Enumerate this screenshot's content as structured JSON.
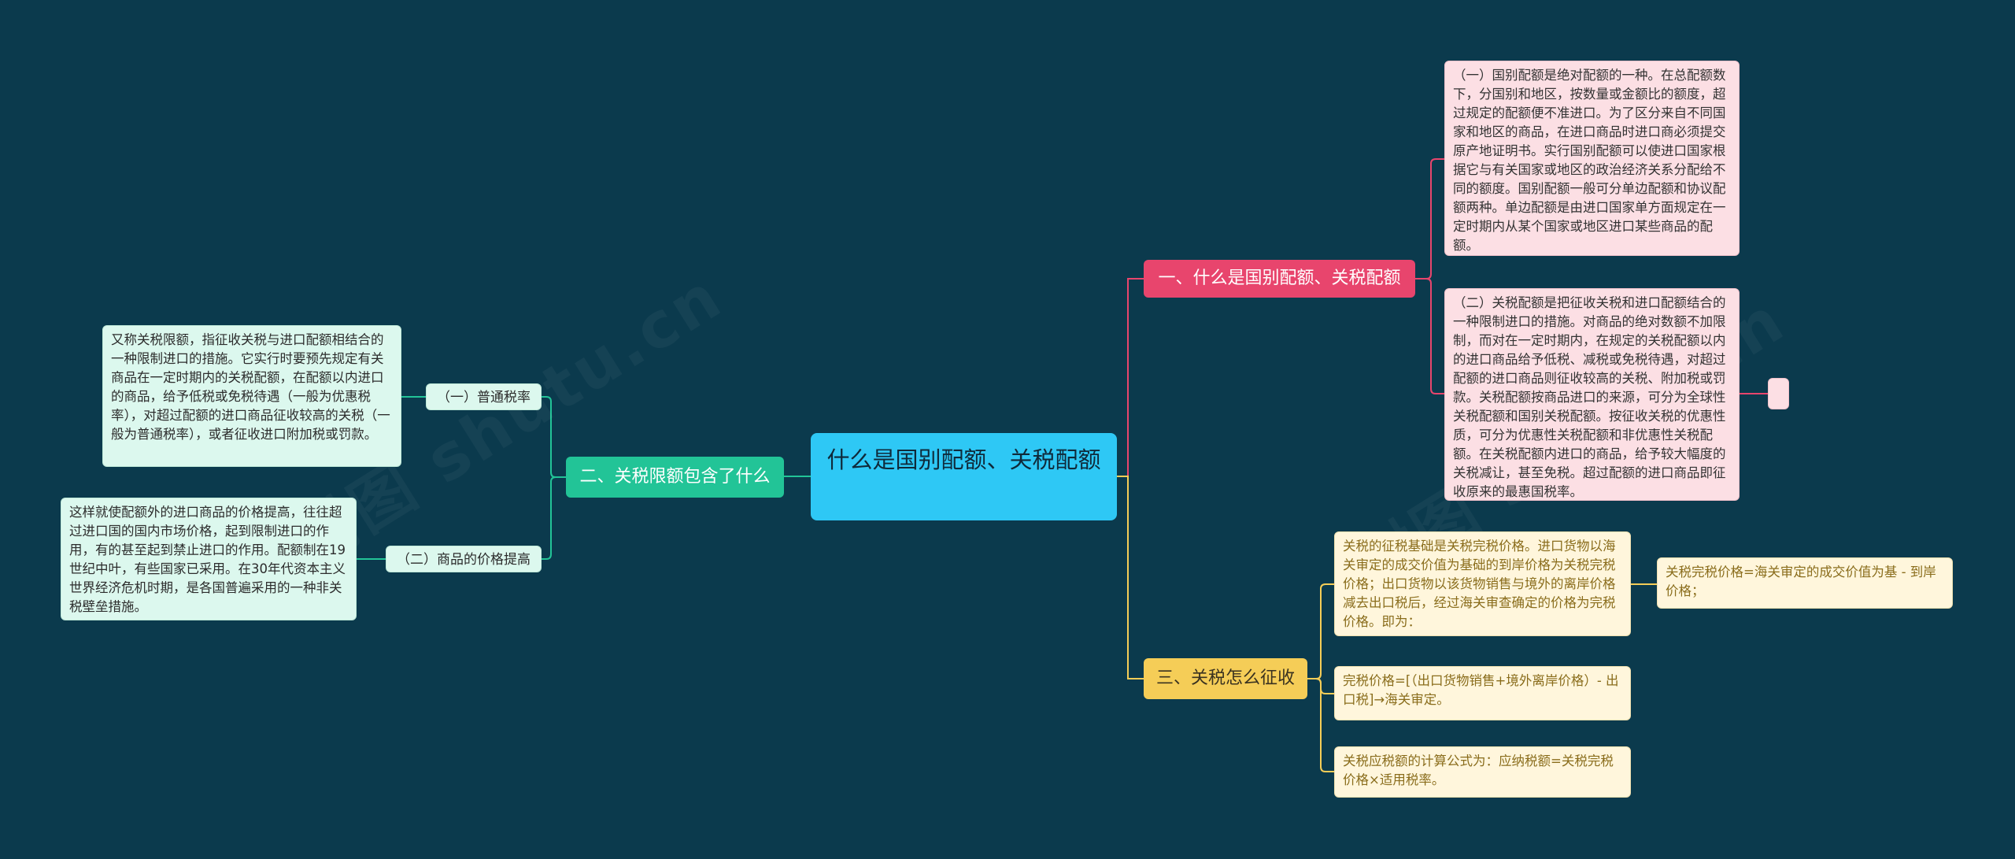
{
  "watermark": "树图 shutu.cn",
  "root": {
    "text": "什么是国别配额、关税配额"
  },
  "branch1": {
    "title": "一、什么是国别配额、关税配额",
    "leaf1": "（一）国别配额是绝对配额的一种。在总配额数下，分国别和地区，按数量或金额比的额度，超过规定的配额便不准进口。为了区分来自不同国家和地区的商品，在进口商品时进口商必须提交原产地证明书。实行国别配额可以使进口国家根据它与有关国家或地区的政治经济关系分配给不同的额度。国别配额一般可分单边配额和协议配额两种。单边配额是由进口国家单方面规定在一定时期内从某个国家或地区进口某些商品的配额。",
    "leaf2": "（二）关税配额是把征收关税和进口配额结合的一种限制进口的措施。对商品的绝对数额不加限制，而对在一定时期内，在规定的关税配额以内的进口商品给予低税、减税或免税待遇，对超过配额的进口商品则征收较高的关税、附加税或罚款。关税配额按商品进口的来源，可分为全球性关税配额和国别关税配额。按征收关税的优惠性质，可分为优惠性关税配额和非优惠性关税配额。在关税配额内进口的商品，给予较大幅度的关税减让，甚至免税。超过配额的进口商品即征收原来的最惠国税率。"
  },
  "branch2": {
    "title": "二、关税限额包含了什么",
    "sub1": {
      "label": "（一）普通税率",
      "text": "又称关税限额，指征收关税与进口配额相结合的一种限制进口的措施。它实行时要预先规定有关商品在一定时期内的关税配额，在配额以内进口的商品，给予低税或免税待遇（一般为优惠税率），对超过配额的进口商品征收较高的关税（一般为普通税率），或者征收进口附加税或罚款。"
    },
    "sub2": {
      "label": "（二）商品的价格提高",
      "text": "这样就使配额外的进口商品的价格提高，往往超过进口国的国内市场价格，起到限制进口的作用，有的甚至起到禁止进口的作用。配额制在19世纪中叶，有些国家已采用。在30年代资本主义世界经济危机时期，是各国普遍采用的一种非关税壁垒措施。"
    }
  },
  "branch3": {
    "title": "三、关税怎么征收",
    "leaf1": "关税的征税基础是关税完税价格。进口货物以海关审定的成交价值为基础的到岸价格为关税完税价格；出口货物以该货物销售与境外的离岸价格减去出口税后，经过海关审查确定的价格为完税价格。即为：",
    "leaf1_child": "关税完税价格=海关审定的成交价值为基 - 到岸价格；",
    "leaf2": "完税价格=[（出口货物销售+境外离岸价格）- 出口税]→海关审定。",
    "leaf3": "关税应税额的计算公式为：应纳税额=关税完税价格×适用税率。"
  },
  "colors": {
    "background": "#0b3a4d",
    "root": "#2ec8f5",
    "branch1": "#e8456d",
    "branch2": "#22c497",
    "branch3": "#f5cd57"
  }
}
